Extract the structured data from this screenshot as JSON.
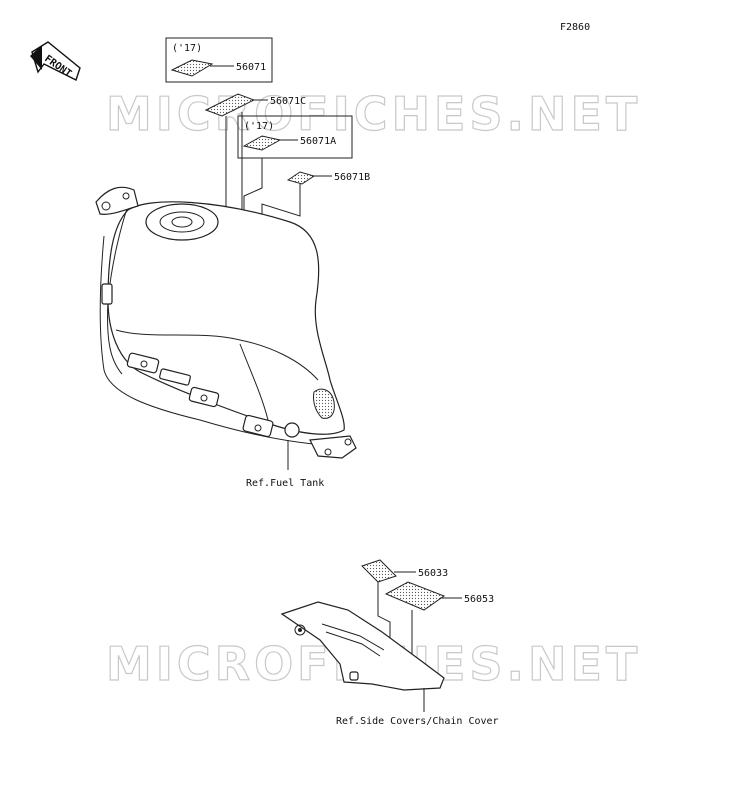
{
  "figure_code": "F2860",
  "front_label": "FRONT",
  "watermark": "MICROFICHES.NET",
  "callouts": {
    "year_17_a": "('17)",
    "year_17_b": "('17)",
    "p56071": "56071",
    "p56071C": "56071C",
    "p56071A": "56071A",
    "p56071B": "56071B",
    "p56033": "56033",
    "p56053": "56053"
  },
  "refs": {
    "fuel_tank": "Ref.Fuel Tank",
    "side_covers": "Ref.Side Covers/Chain Cover"
  }
}
